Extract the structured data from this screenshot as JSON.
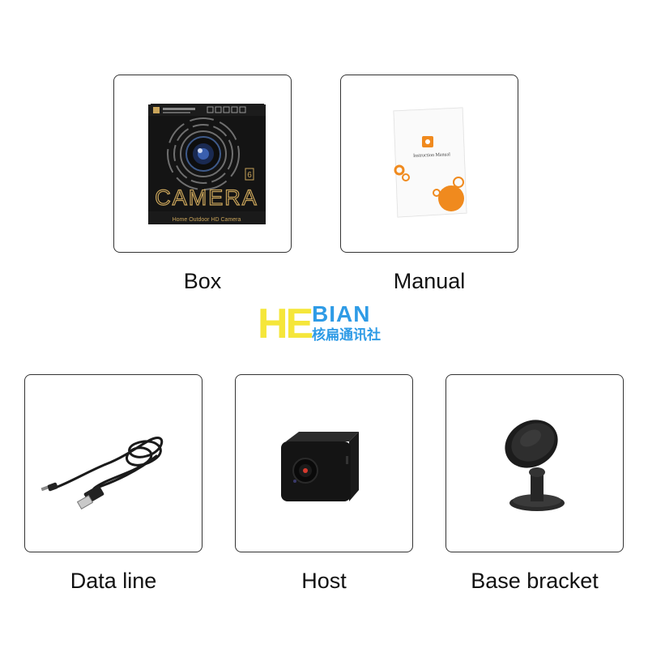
{
  "items": [
    {
      "label": "Box"
    },
    {
      "label": "Manual"
    },
    {
      "label": "Data line"
    },
    {
      "label": "Host"
    },
    {
      "label": "Base bracket"
    }
  ],
  "box_print": {
    "brand_word": "CAMERA",
    "subtitle": "Home Outdoor HD Camera",
    "number": "6"
  },
  "manual_print": {
    "title": "Instruction Manual"
  },
  "watermark": {
    "he": "HE",
    "bian": "BIAN",
    "cn": "核扁通讯社"
  },
  "colors": {
    "watermark_yellow": "#f5e63a",
    "watermark_blue": "#2e9be6",
    "box_gold": "#c9a45a",
    "manual_orange": "#f08a1e"
  }
}
